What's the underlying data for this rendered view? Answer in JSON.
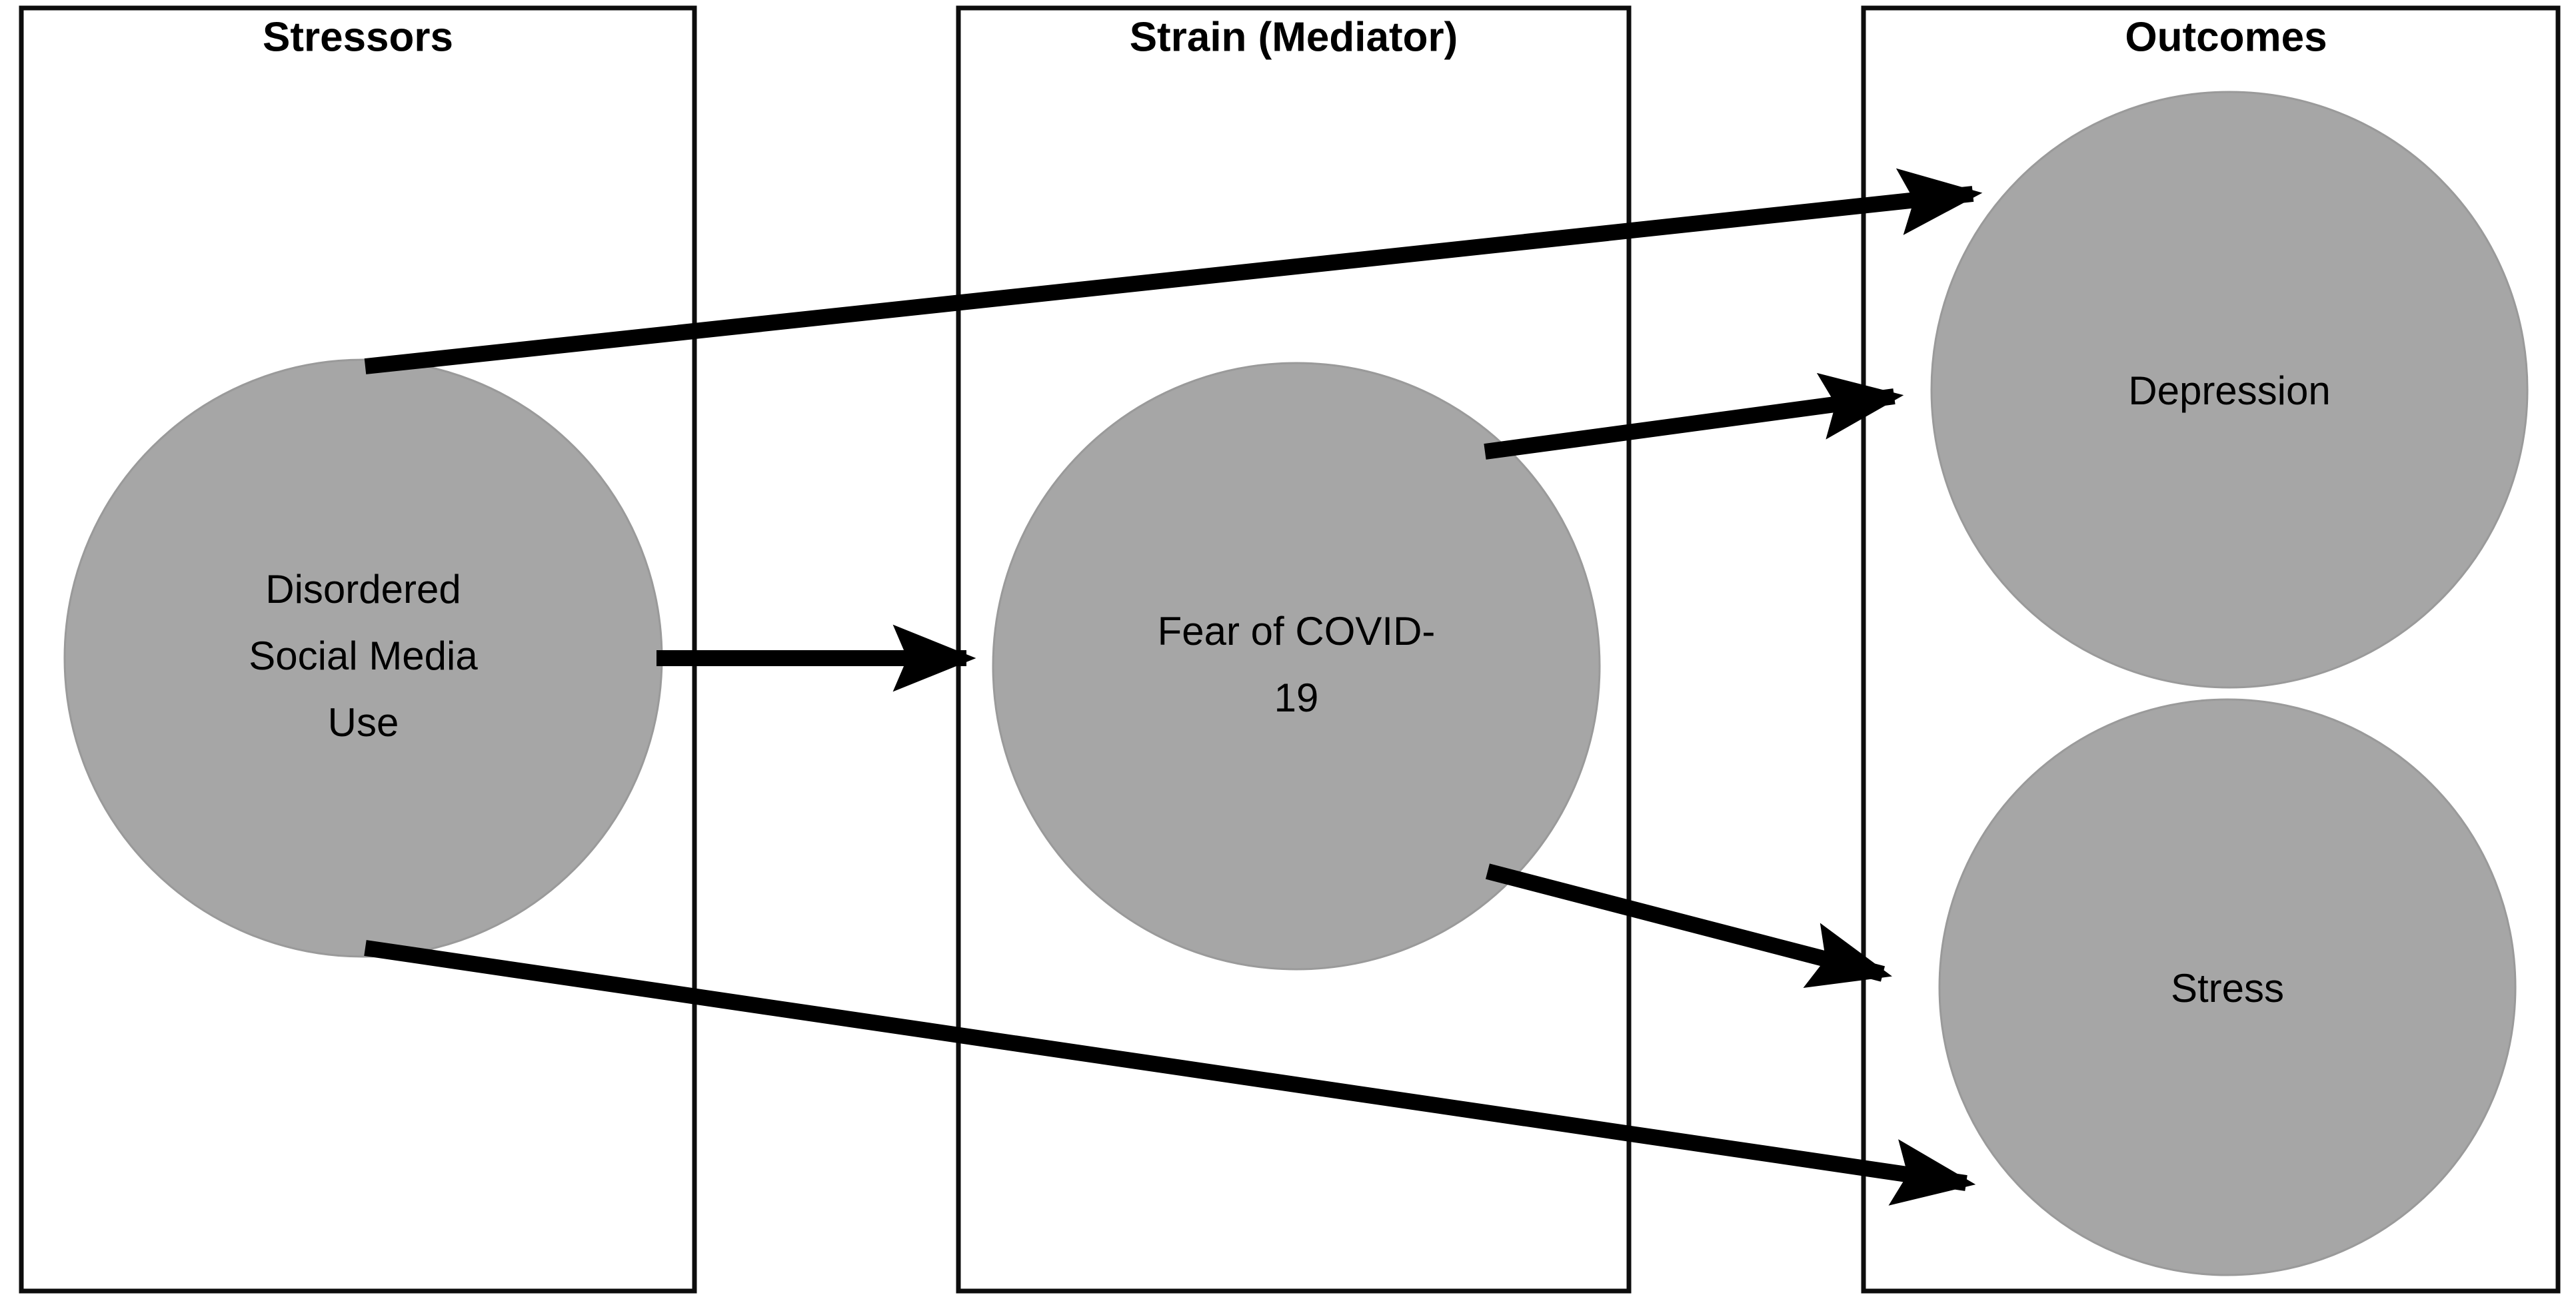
{
  "diagram": {
    "title": "Stressor-Strain-Outcome mediation model",
    "background_color": "#ffffff",
    "node_fill_color": "#a6a6a6",
    "line_color": "#000000",
    "panels": [
      {
        "id": "stressors",
        "label": "Stressors"
      },
      {
        "id": "strain",
        "label": "Strain (Mediator)"
      },
      {
        "id": "outcomes",
        "label": "Outcomes"
      }
    ],
    "nodes": [
      {
        "id": "dsmu",
        "panel": "stressors",
        "label": "Disordered Social Media Use",
        "label_lines": [
          "Disordered",
          "Social Media",
          "Use"
        ]
      },
      {
        "id": "fear",
        "panel": "strain",
        "label": "Fear of COVID-19",
        "label_lines": [
          "Fear of COVID-",
          "19"
        ]
      },
      {
        "id": "depression",
        "panel": "outcomes",
        "label": "Depression",
        "label_lines": [
          "Depression"
        ]
      },
      {
        "id": "stress",
        "panel": "outcomes",
        "label": "Stress",
        "label_lines": [
          "Stress"
        ]
      }
    ],
    "edges": [
      {
        "id": "dsmu-to-depression",
        "from": "dsmu",
        "to": "depression",
        "label": ""
      },
      {
        "id": "dsmu-to-fear",
        "from": "dsmu",
        "to": "fear",
        "label": ""
      },
      {
        "id": "dsmu-to-stress",
        "from": "dsmu",
        "to": "stress",
        "label": ""
      },
      {
        "id": "fear-to-depression",
        "from": "fear",
        "to": "depression",
        "label": ""
      },
      {
        "id": "fear-to-stress",
        "from": "fear",
        "to": "stress",
        "label": ""
      }
    ]
  }
}
